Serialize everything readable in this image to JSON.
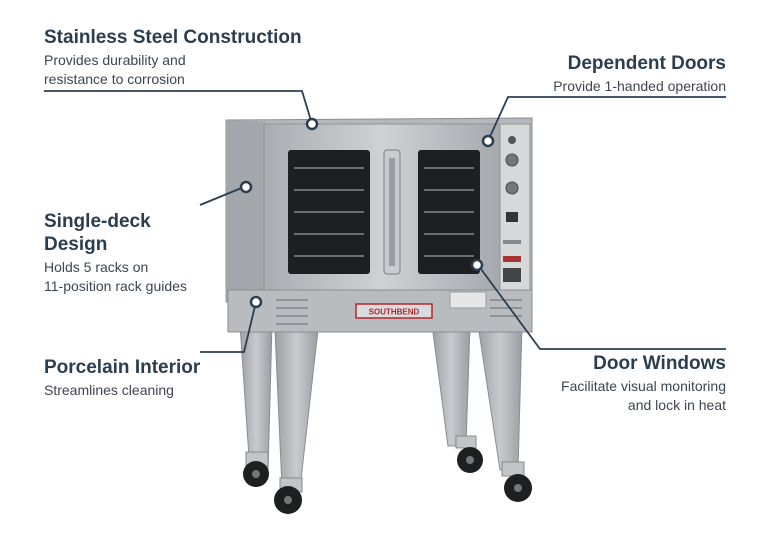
{
  "callouts": {
    "stainless": {
      "title": "Stainless Steel Construction",
      "desc": "Provides durability and\nresistance to corrosion"
    },
    "doors": {
      "title": "Dependent Doors",
      "desc": "Provide 1-handed operation"
    },
    "deck": {
      "title": "Single-deck\nDesign",
      "desc": "Holds 5 racks on\n11-position rack guides"
    },
    "porcelain": {
      "title": "Porcelain Interior",
      "desc": "Streamlines cleaning"
    },
    "windows": {
      "title": "Door Windows",
      "desc": "Facilitate visual monitoring\nand lock in heat"
    }
  },
  "brand": {
    "badge": "SOUTHBEND"
  },
  "colors": {
    "heading": "#2b3e50",
    "leader": "#2b3e50",
    "steel": "#b9bcbf",
    "dark": "#1e1f21"
  }
}
